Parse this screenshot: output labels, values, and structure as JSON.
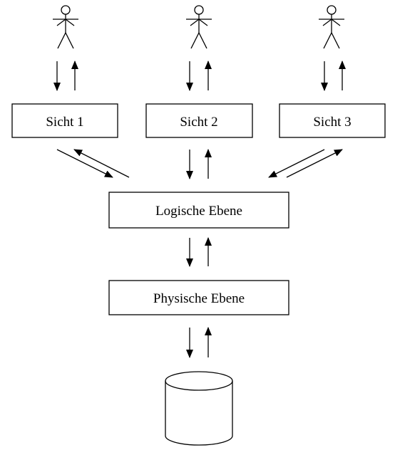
{
  "views": [
    {
      "label": "Sicht 1"
    },
    {
      "label": "Sicht 2"
    },
    {
      "label": "Sicht 3"
    }
  ],
  "logical_level": {
    "label": "Logische Ebene"
  },
  "physical_level": {
    "label": "Physische Ebene"
  },
  "database": {
    "icon": "database-cylinder-icon"
  },
  "users": {
    "icon": "user-stick-figure-icon",
    "count": 3
  }
}
